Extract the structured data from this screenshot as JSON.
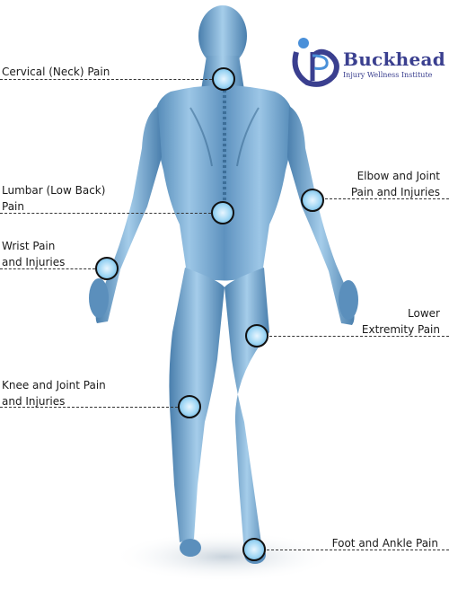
{
  "logo": {
    "name": "Buckhead",
    "subtitle": "Injury Wellness Institute",
    "brand_color": "#3a3f8f",
    "accent_color": "#4a90d9"
  },
  "colors": {
    "body_light": "#a9cde8",
    "body_dark": "#3d6f9b",
    "marker_fill": "#9fd6f4",
    "leader_line": "#333333"
  },
  "labels": {
    "cervical": [
      "Cervical (Neck) Pain"
    ],
    "lumbar": [
      "Lumbar (Low Back)",
      "Pain"
    ],
    "wrist": [
      "Wrist Pain",
      "and Injuries"
    ],
    "knee": [
      "Knee and Joint Pain",
      "and Injuries"
    ],
    "elbow": [
      "Elbow and Joint",
      "Pain and Injuries"
    ],
    "lower_extremity": [
      "Lower",
      "Extremity Pain"
    ],
    "foot_ankle": [
      "Foot and Ankle Pain"
    ]
  }
}
